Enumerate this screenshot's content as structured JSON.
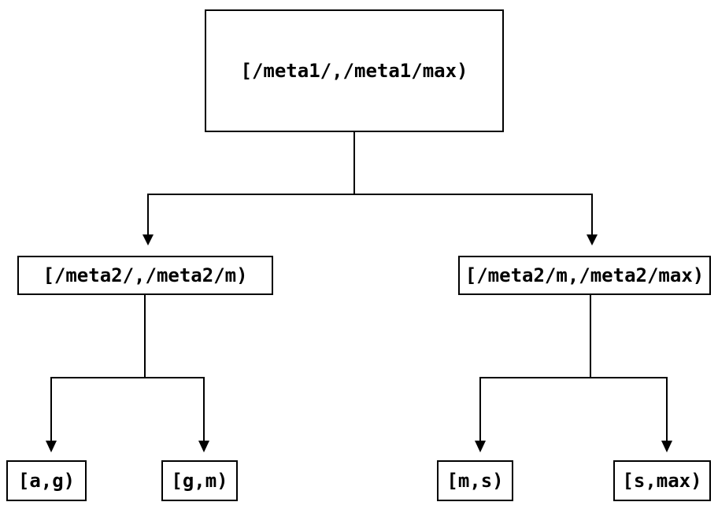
{
  "diagram": {
    "type": "tree",
    "background_color": "#ffffff",
    "line_color": "#000000",
    "text_color": "#000000",
    "nodes": {
      "root": {
        "label": "[/meta1/,/meta1/max)"
      },
      "level1_left": {
        "label": "[/meta2/,/meta2/m)"
      },
      "level1_right": {
        "label": "[/meta2/m,/meta2/max)"
      },
      "leaf_a_g": {
        "label": "[a,g)"
      },
      "leaf_g_m": {
        "label": "[g,m)"
      },
      "leaf_m_s": {
        "label": "[m,s)"
      },
      "leaf_s_max": {
        "label": "[s,max)"
      }
    },
    "edges": [
      {
        "from": "root",
        "to": "level1_left"
      },
      {
        "from": "root",
        "to": "level1_right"
      },
      {
        "from": "level1_left",
        "to": "leaf_a_g"
      },
      {
        "from": "level1_left",
        "to": "leaf_g_m"
      },
      {
        "from": "level1_right",
        "to": "leaf_m_s"
      },
      {
        "from": "level1_right",
        "to": "leaf_s_max"
      }
    ]
  }
}
